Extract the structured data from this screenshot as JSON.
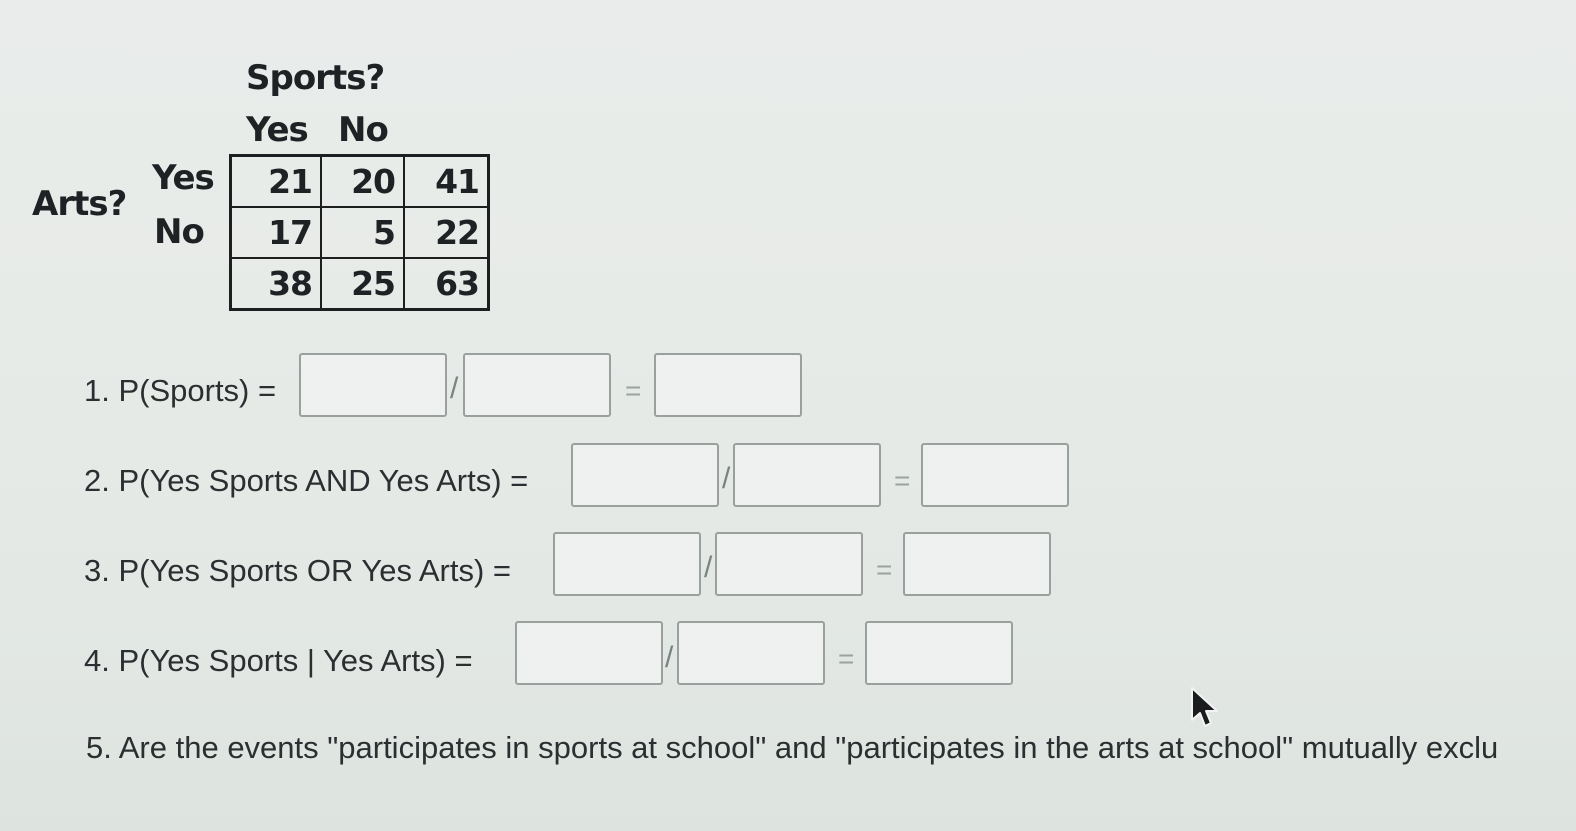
{
  "table": {
    "col_group_label": "Sports?",
    "col_headers": [
      "Yes",
      "No"
    ],
    "row_group_label": "Arts?",
    "row_headers": [
      "Yes",
      "No"
    ],
    "rows": [
      [
        "21",
        "20",
        "41"
      ],
      [
        "17",
        "5",
        "22"
      ],
      [
        "38",
        "25",
        "63"
      ]
    ]
  },
  "questions": [
    {
      "label": "1. P(Sports) =",
      "numerator": "",
      "denominator": "",
      "result": ""
    },
    {
      "label": "2. P(Yes Sports AND Yes Arts) =",
      "numerator": "",
      "denominator": "",
      "result": ""
    },
    {
      "label": "3. P(Yes Sports OR Yes Arts) =",
      "numerator": "",
      "denominator": "",
      "result": ""
    },
    {
      "label": "4. P(Yes Sports | Yes Arts) =",
      "numerator": "",
      "denominator": "",
      "result": ""
    }
  ],
  "question5": "5. Are the events \"participates in sports at school\" and \"participates in the arts at school\" mutually exclu",
  "symbols": {
    "fraction": "/",
    "equals": "="
  }
}
